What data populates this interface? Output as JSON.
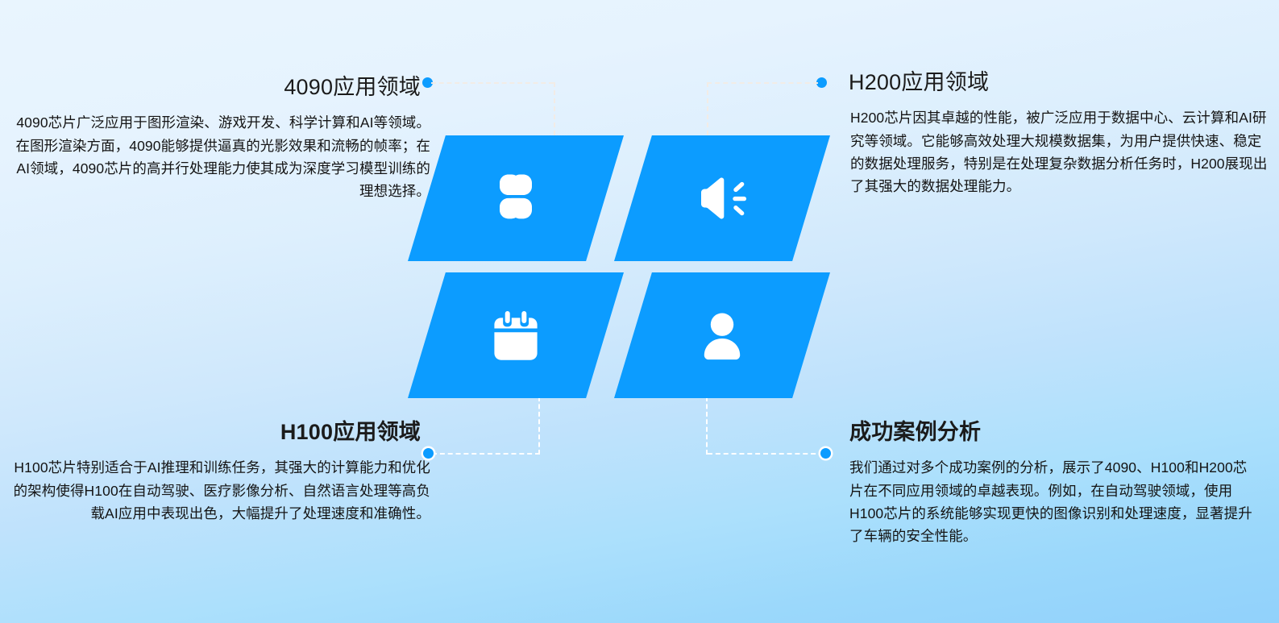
{
  "theme": {
    "accent": "#0c9cff",
    "bg_top": "#e9f5fe",
    "bg_bottom": "#91d1fb",
    "text": "#141414"
  },
  "blocks": {
    "top_left": {
      "title": "4090应用领域",
      "body": "4090芯片广泛应用于图形渲染、游戏开发、科学计算和AI等领域。在图形渲染方面，4090能够提供逼真的光影效果和流畅的帧率；在AI领域，4090芯片的高并行处理能力使其成为深度学习模型训练的理想选择。"
    },
    "top_right": {
      "title": "H200应用领域",
      "body": "H200芯片因其卓越的性能，被广泛应用于数据中心、云计算和AI研究等领域。它能够高效处理大规模数据集，为用户提供快速、稳定的数据处理服务，特别是在处理复杂数据分析任务时，H200展现出了其强大的数据处理能力。"
    },
    "bottom_left": {
      "title": "H100应用领域",
      "body": "H100芯片特别适合于AI推理和训练任务，其强大的计算能力和优化的架构使得H100在自动驾驶、医疗影像分析、自然语言处理等高负载AI应用中表现出色，大幅提升了处理速度和准确性。"
    },
    "bottom_right": {
      "title": "成功案例分析",
      "body": "我们通过对多个成功案例的分析，展示了4090、H100和H200芯片在不同应用领域的卓越表现。例如，在自动驾驶领域，使用H100芯片的系统能够实现更快的图像识别和处理速度，显著提升了车辆的安全性能。"
    }
  },
  "tiles": [
    {
      "icon": "clover-icon",
      "links_to": "top_left"
    },
    {
      "icon": "speaker-icon",
      "links_to": "top_right"
    },
    {
      "icon": "calendar-icon",
      "links_to": "bottom_left"
    },
    {
      "icon": "user-icon",
      "links_to": "bottom_right"
    }
  ]
}
